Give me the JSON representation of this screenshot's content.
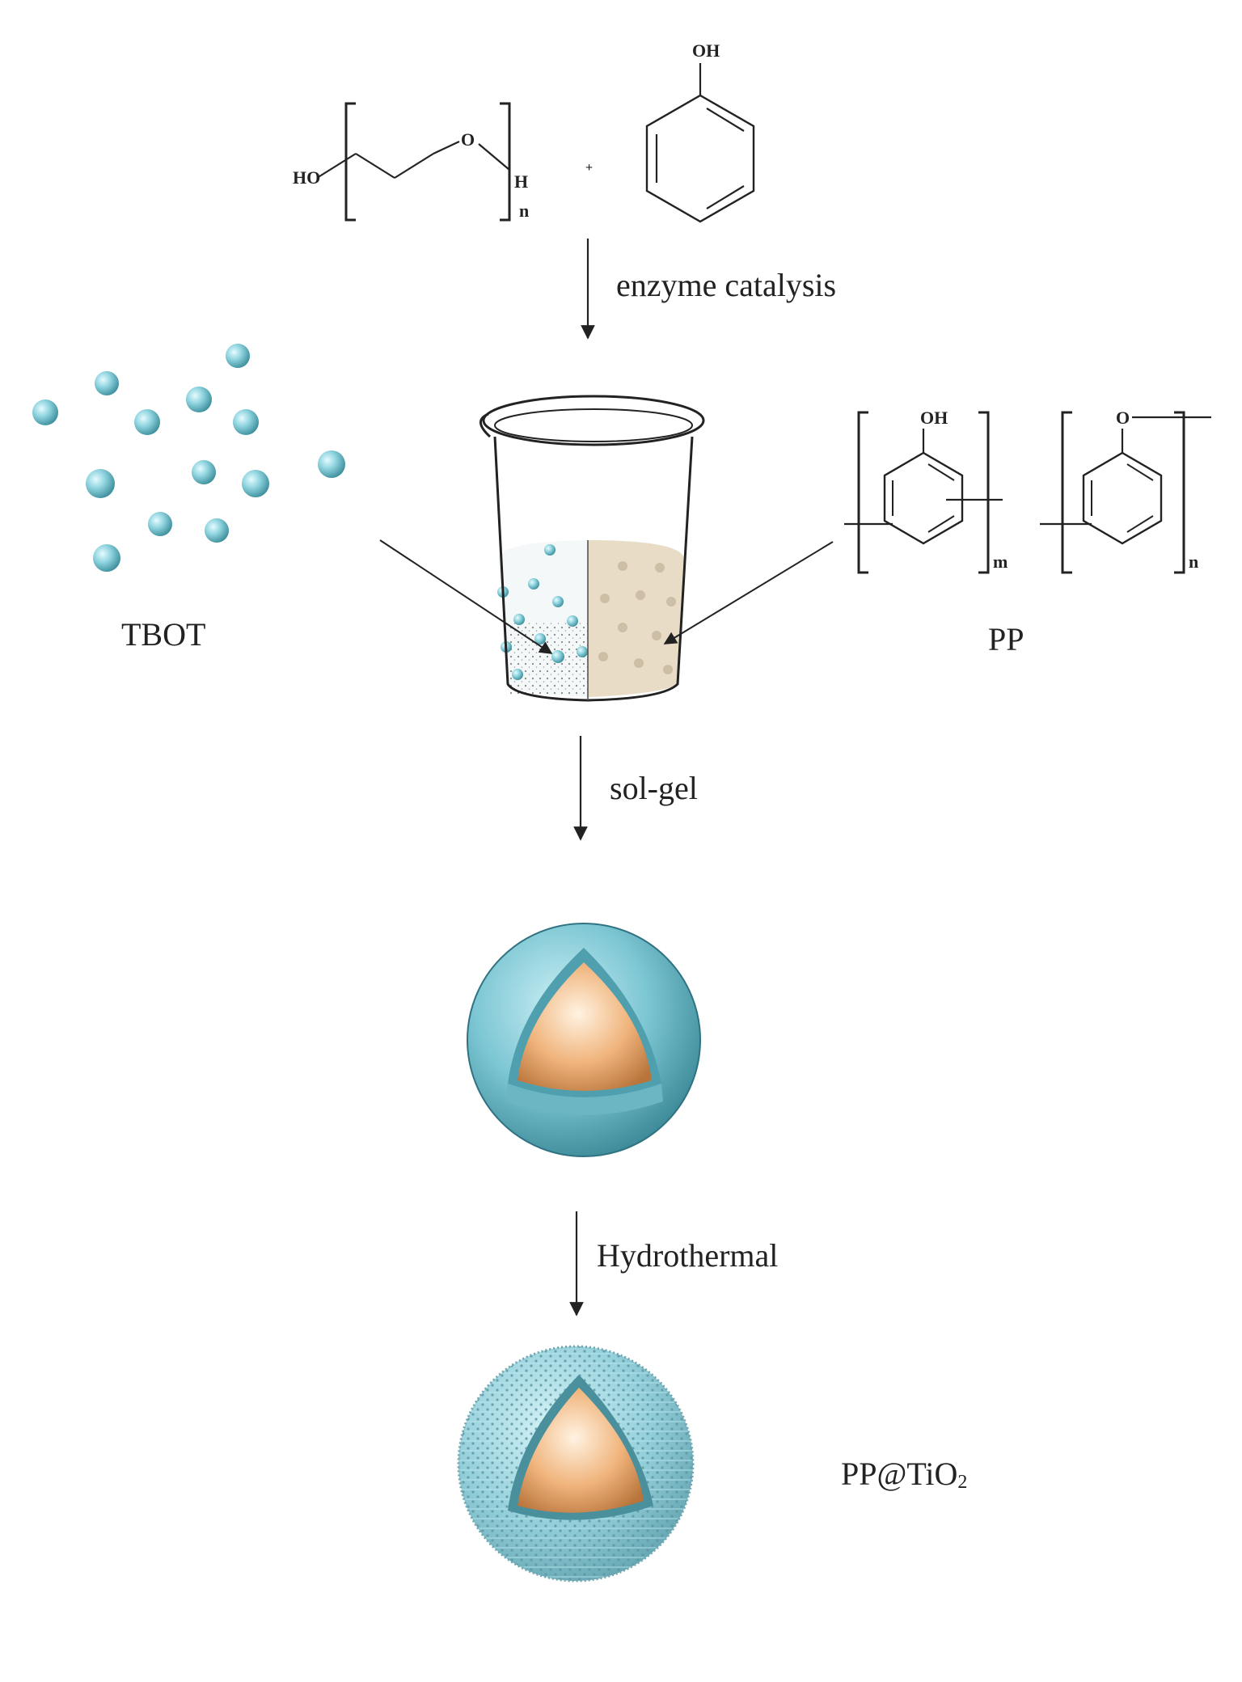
{
  "reactants": {
    "peg_ho": "HO",
    "peg_o": "O",
    "peg_h": "H",
    "peg_n": "n",
    "plus": "+",
    "phenol_oh": "OH"
  },
  "steps": {
    "step1": "enzyme catalysis",
    "step2": "sol-gel",
    "step3": "Hydrothermal"
  },
  "labels": {
    "tbot": "TBOT",
    "pp": "PP",
    "product_prefix": "PP@TiO",
    "product_sub": "2"
  },
  "pp_structure": {
    "oh": "OH",
    "m": "m",
    "o": "O",
    "n": "n"
  },
  "colors": {
    "sphere_blue": "#7ec9d6",
    "core_orange": "#e8a86a",
    "sand": "#e9dcc6"
  }
}
